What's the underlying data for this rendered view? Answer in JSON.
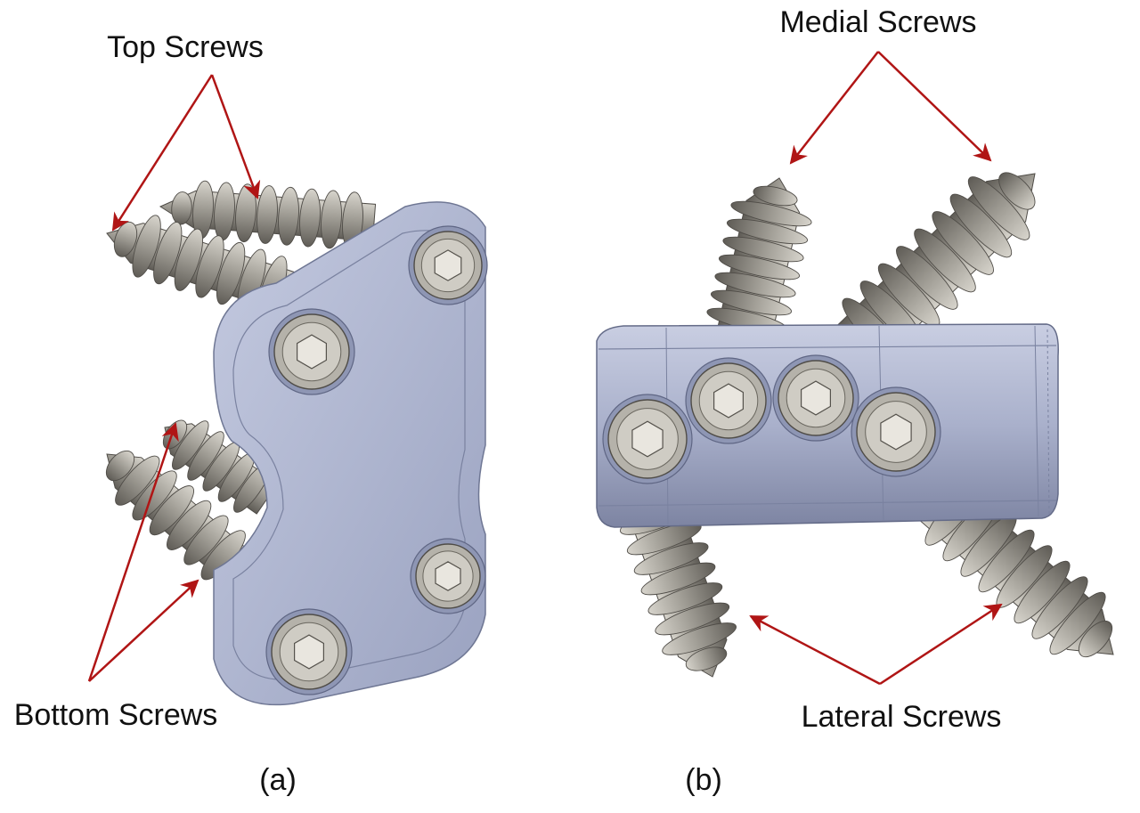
{
  "panels": [
    {
      "caption": "(a)",
      "labels": {
        "top": "Top Screws",
        "bottom": "Bottom Screws"
      }
    },
    {
      "caption": "(b)",
      "labels": {
        "top": "Medial Screws",
        "bottom": "Lateral Screws"
      }
    }
  ],
  "colors": {
    "plate": "#a8b0cc",
    "plate_edge": "#7c84a0",
    "screw": "#a29f97",
    "screw_dark": "#6e6b64",
    "arrow": "#b01515"
  }
}
